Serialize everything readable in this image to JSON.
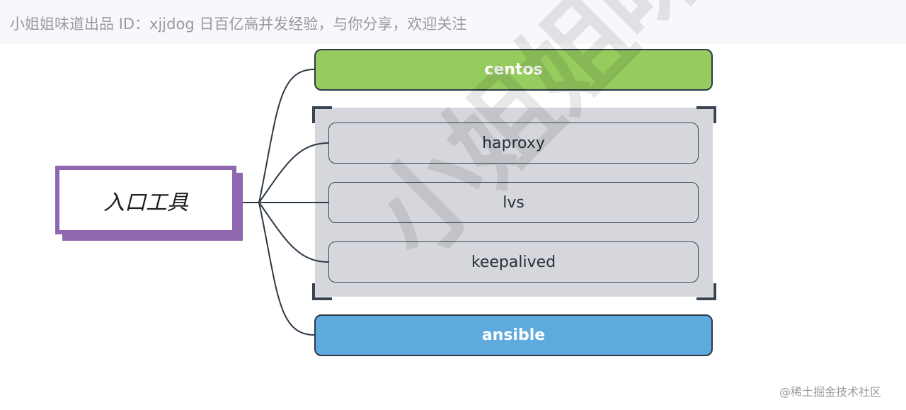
{
  "header": {
    "text": "小姐姐味道出品 ID：xjjdog  日百亿高并发经验，与你分享，欢迎关注"
  },
  "watermark": {
    "text": "小姐姐味道"
  },
  "root": {
    "label": "入口工具"
  },
  "nodes": {
    "centos": "centos",
    "haproxy": "haproxy",
    "lvs": "lvs",
    "keepalived": "keepalived",
    "ansible": "ansible"
  },
  "colors": {
    "green": "#96cb5e",
    "blue": "#5eaadd",
    "gray": "#d6d7dc",
    "purple": "#8e67b0",
    "line": "#2e3947"
  },
  "credit": {
    "text": "@稀土掘金技术社区"
  }
}
